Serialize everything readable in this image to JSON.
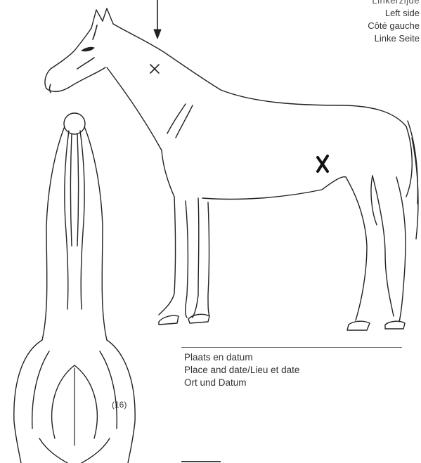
{
  "labels": {
    "top_cut": "Linkerzijde",
    "left_side": "Left side",
    "cote_gauche": "Côté gauche",
    "linke_seite": "Linke Seite"
  },
  "place_date": {
    "nl": "Plaats en datum",
    "en_fr": "Place and date/Lieu et date",
    "de": "Ort und Datum"
  },
  "figure_number": "(16)"
}
